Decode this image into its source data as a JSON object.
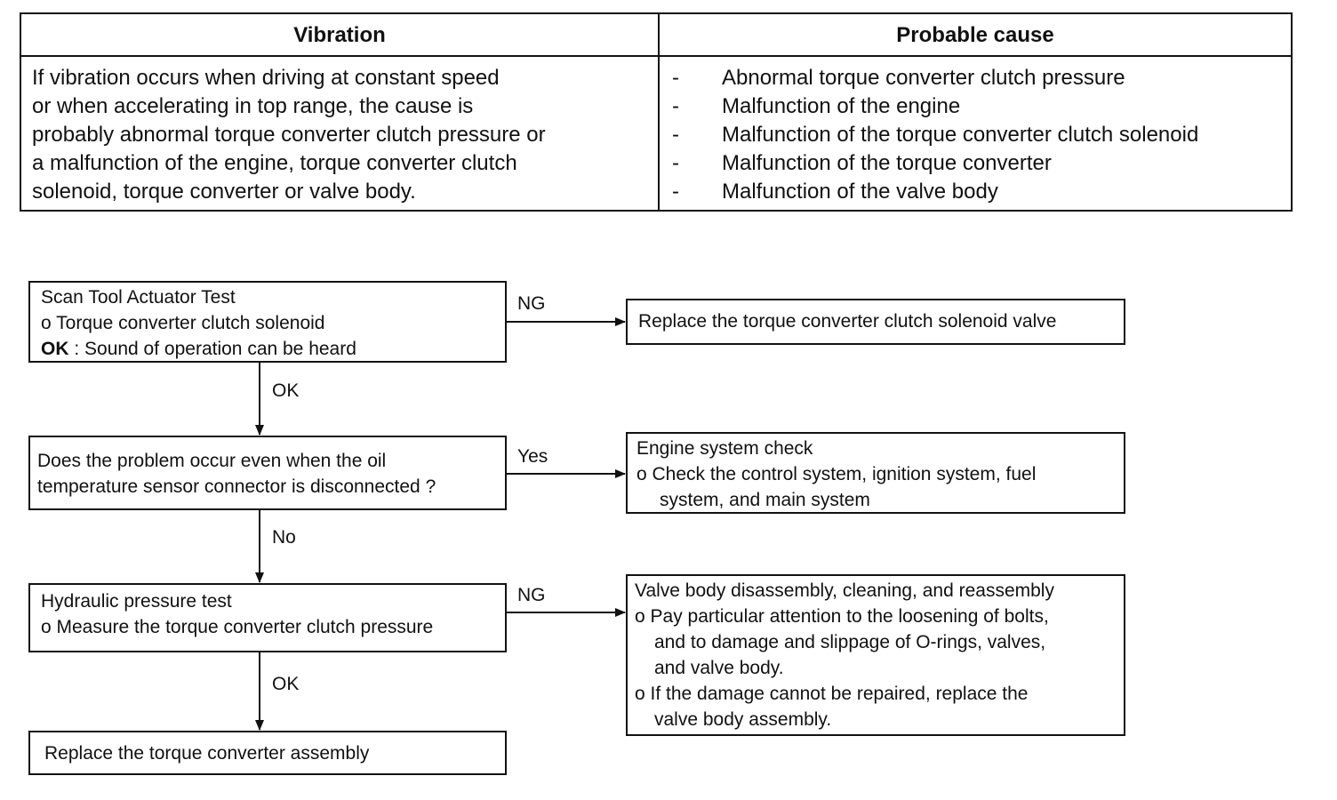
{
  "table": {
    "headers": {
      "vibration": "Vibration",
      "probable_cause": "Probable cause"
    },
    "description_lines": [
      "If vibration occurs when driving at constant speed",
      "or when accelerating in top range, the cause is",
      "probably abnormal torque converter clutch pressure or",
      "a malfunction of the engine, torque converter clutch",
      "solenoid, torque converter or valve body."
    ],
    "bullet": "-",
    "causes": [
      "Abnormal torque converter clutch pressure",
      "Malfunction of the engine",
      "Malfunction of the torque converter clutch solenoid",
      "Malfunction of the torque converter",
      "Malfunction of the valve body"
    ]
  },
  "flow": {
    "scan_test": {
      "title": "Scan Tool Actuator Test",
      "item": "o Torque converter clutch solenoid",
      "ok_label": "OK",
      "ok_text": " : Sound of operation can be heard"
    },
    "oil_question": {
      "line1": "Does the problem occur even when the oil",
      "line2": "temperature sensor connector is disconnected ?"
    },
    "hydraulic_test": {
      "title": "Hydraulic pressure test",
      "item": "o Measure the torque converter clutch pressure"
    },
    "torque_converter": {
      "text": "Replace the torque converter assembly"
    },
    "solenoid_replace": {
      "text": "Replace the torque converter clutch solenoid valve"
    },
    "engine_check": {
      "title": "Engine system check",
      "item1": "o Check the control system, ignition system, fuel",
      "item2": "system, and main system"
    },
    "valve_body": {
      "title": "Valve body disassembly, cleaning, and reassembly",
      "l1": "o Pay particular attention to the loosening of bolts,",
      "l2": "and to damage and slippage of O-rings, valves,",
      "l3": "and valve body.",
      "l4": "o If the damage cannot be repaired, replace the",
      "l5": "valve body assembly."
    },
    "labels": {
      "ng1": "NG",
      "ok1": "OK",
      "yes": "Yes",
      "no": "No",
      "ng2": "NG",
      "ok2": "OK"
    }
  }
}
